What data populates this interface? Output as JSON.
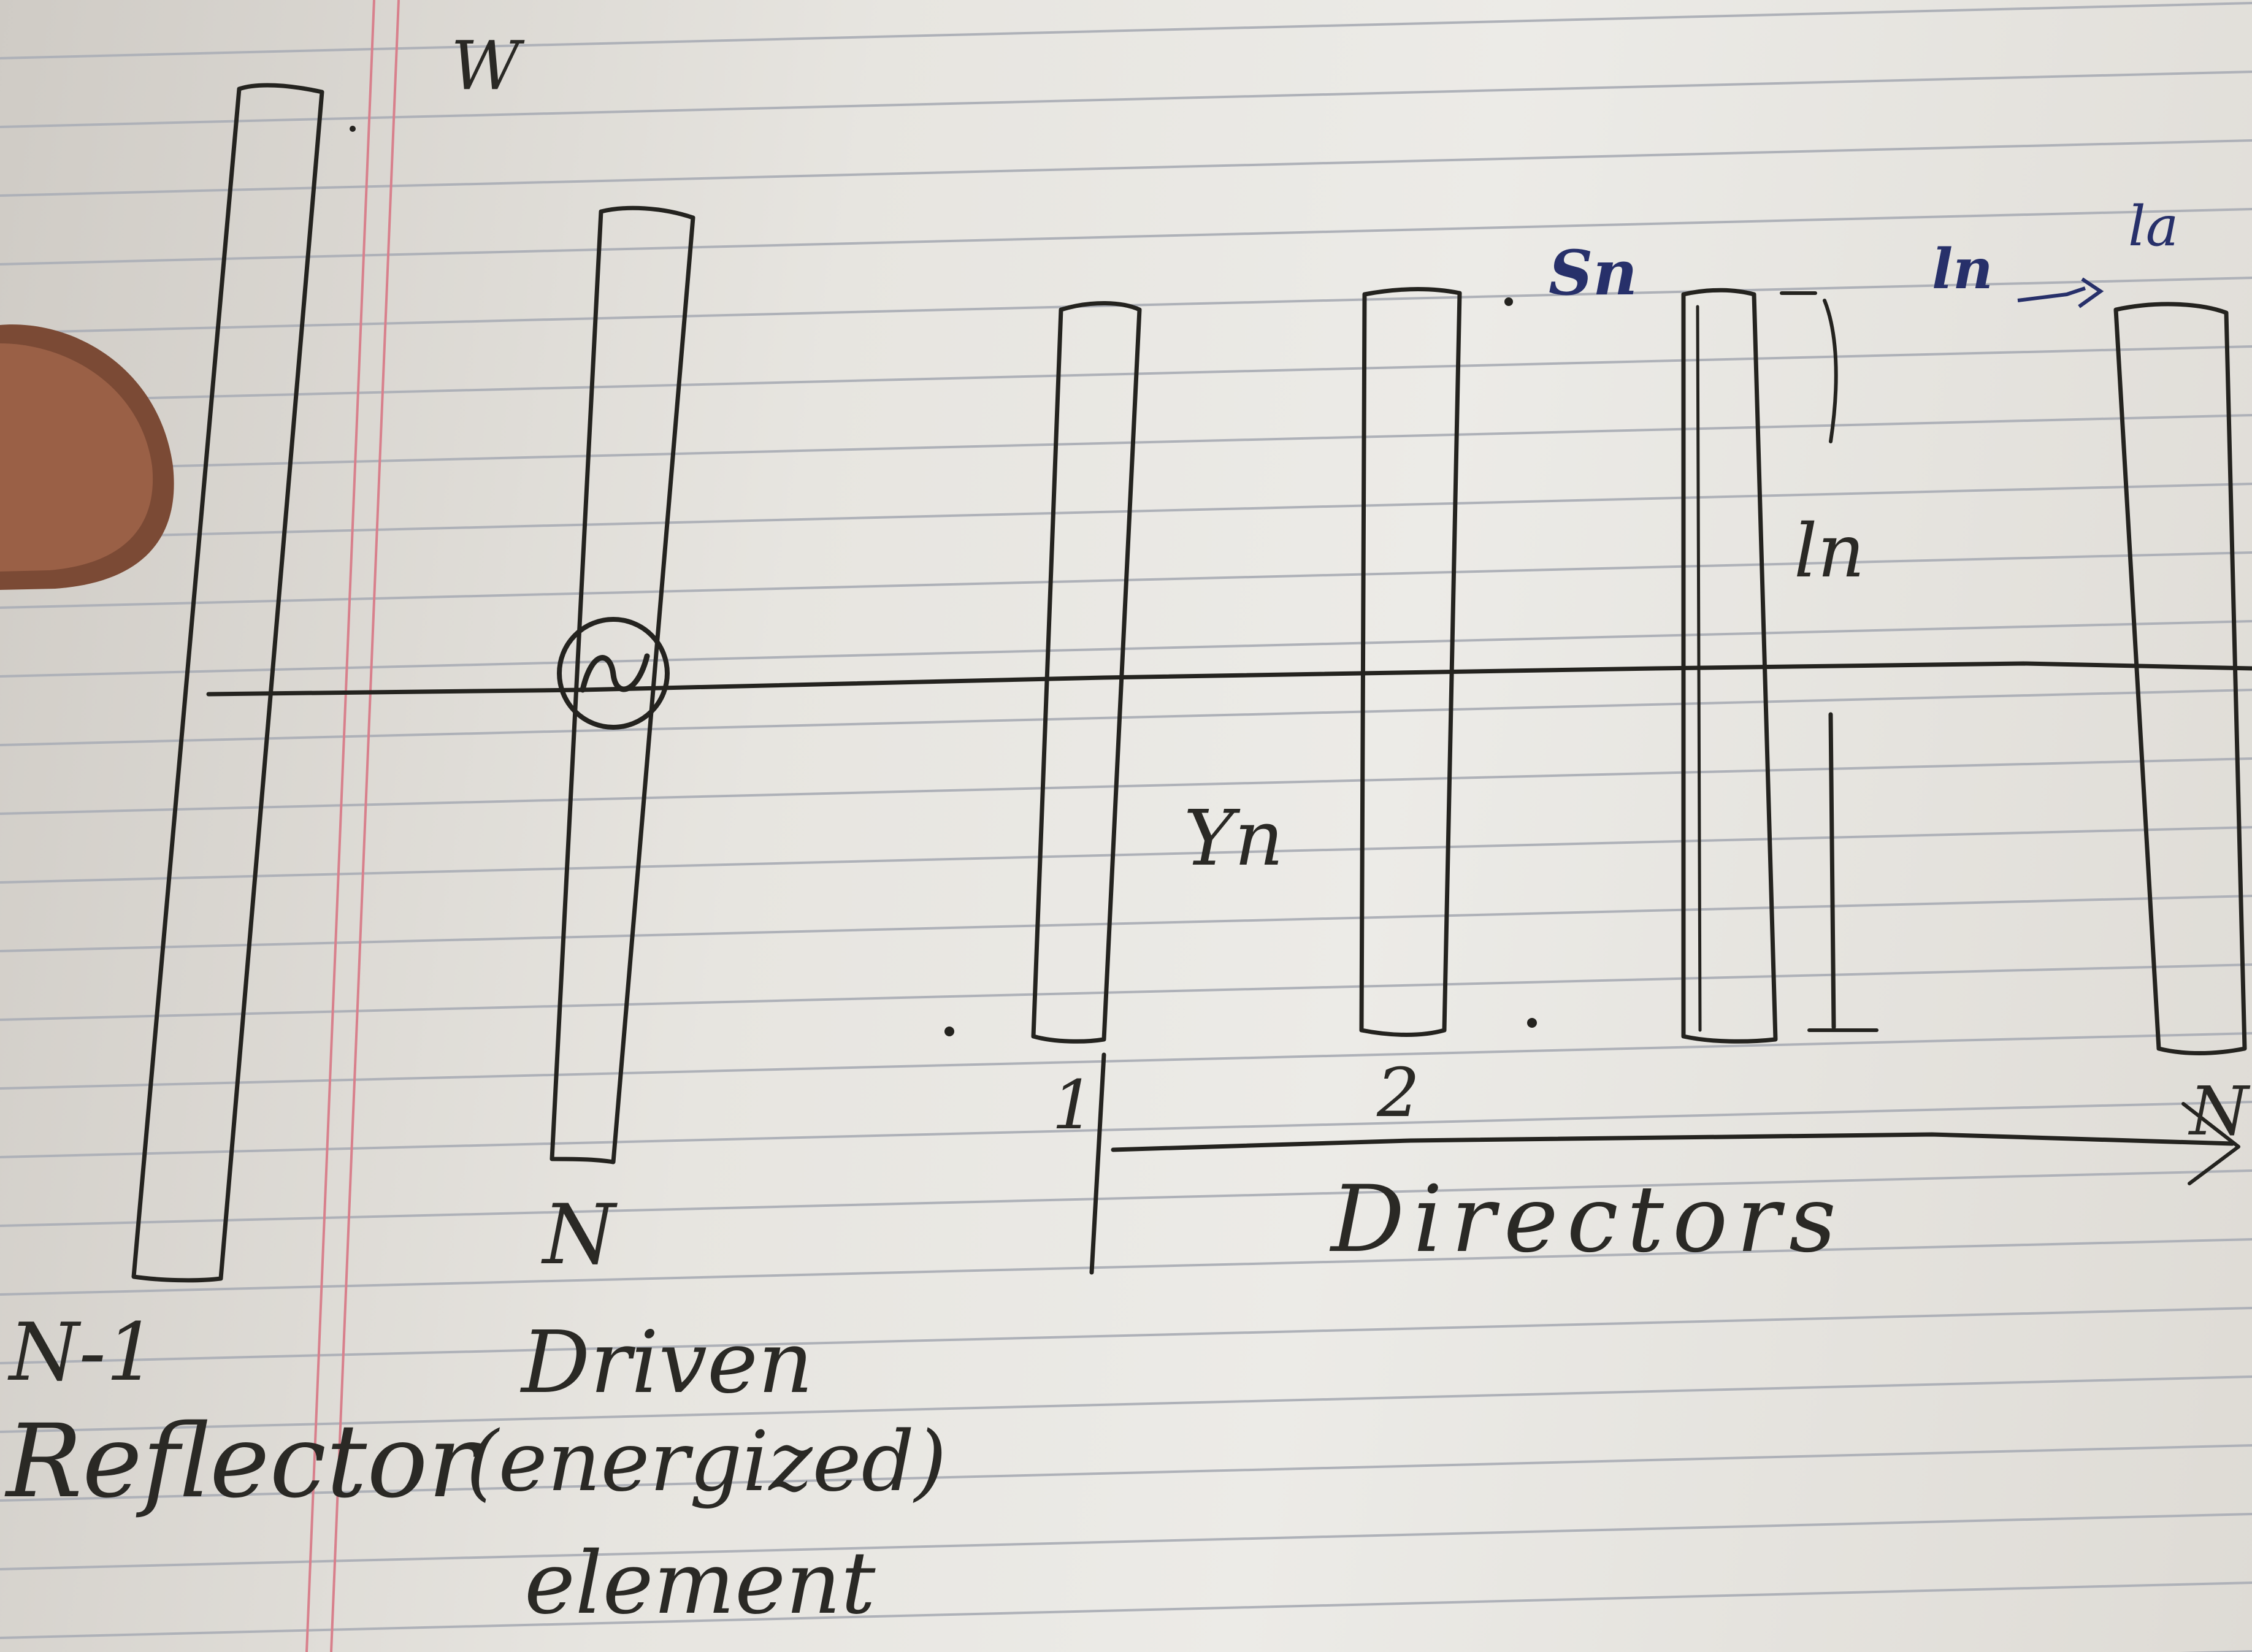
{
  "diagram": {
    "mark_top": "W",
    "labels": {
      "reflector_index": "N-1",
      "reflector": "Reflector",
      "driven_index": "N",
      "driven_line1": "Driven",
      "driven_line2": "(energized)",
      "driven_line3": "element",
      "director_1": "1",
      "director_2": "2",
      "director_last": "N",
      "directors": "Directors",
      "spacing_dn": "Yn",
      "length_ln": "ln",
      "spacing_top": "Sn",
      "length_top": "ln",
      "length_top2": "la"
    },
    "colors": {
      "paper": "#e7e5e0",
      "rule_line": "#aeb1b8",
      "margin_line": "#d8808c",
      "ink": "#24231f",
      "blue_ink": "#27306a",
      "thumb": "#7b4a35"
    }
  }
}
